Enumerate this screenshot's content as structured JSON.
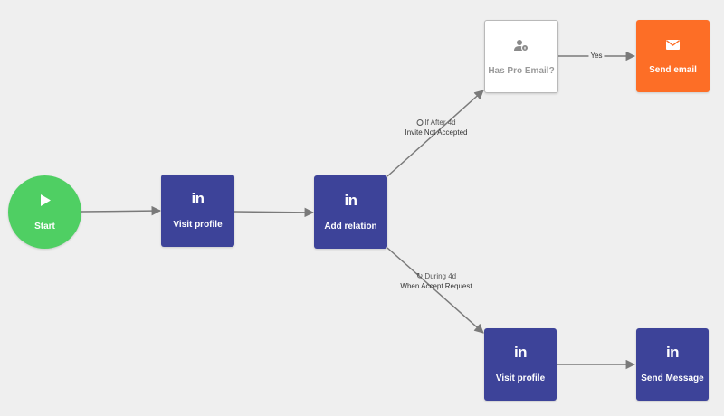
{
  "colors": {
    "background": "#efefef",
    "linkedin_node": "#3d4399",
    "start_node": "#4fcf63",
    "email_node": "#fd6e26",
    "condition_node_bg": "#ffffff",
    "condition_node_border": "#b9b9b9",
    "edge": "#7a7a7a"
  },
  "nodes": {
    "start": {
      "label": "Start",
      "icon": "play-icon"
    },
    "visit_profile_1": {
      "label": "Visit profile",
      "icon": "linkedin-icon",
      "icon_text": "in"
    },
    "add_relation": {
      "label": "Add relation",
      "icon": "linkedin-icon",
      "icon_text": "in"
    },
    "has_pro_email": {
      "label": "Has Pro Email?",
      "icon": "user-info-icon"
    },
    "send_email": {
      "label": "Send email",
      "icon": "envelope-icon"
    },
    "visit_profile_2": {
      "label": "Visit profile",
      "icon": "linkedin-icon",
      "icon_text": "in"
    },
    "send_message": {
      "label": "Send Message",
      "icon": "linkedin-icon",
      "icon_text": "in"
    }
  },
  "edges": {
    "yes": {
      "label": "Yes"
    },
    "not_accepted": {
      "timing": "If After 4d",
      "condition": "Invite Not Accepted",
      "icon": "clock-icon"
    },
    "accepted": {
      "timing": "During 4d",
      "condition": "When Accept Request",
      "icon": "refresh-icon"
    }
  }
}
